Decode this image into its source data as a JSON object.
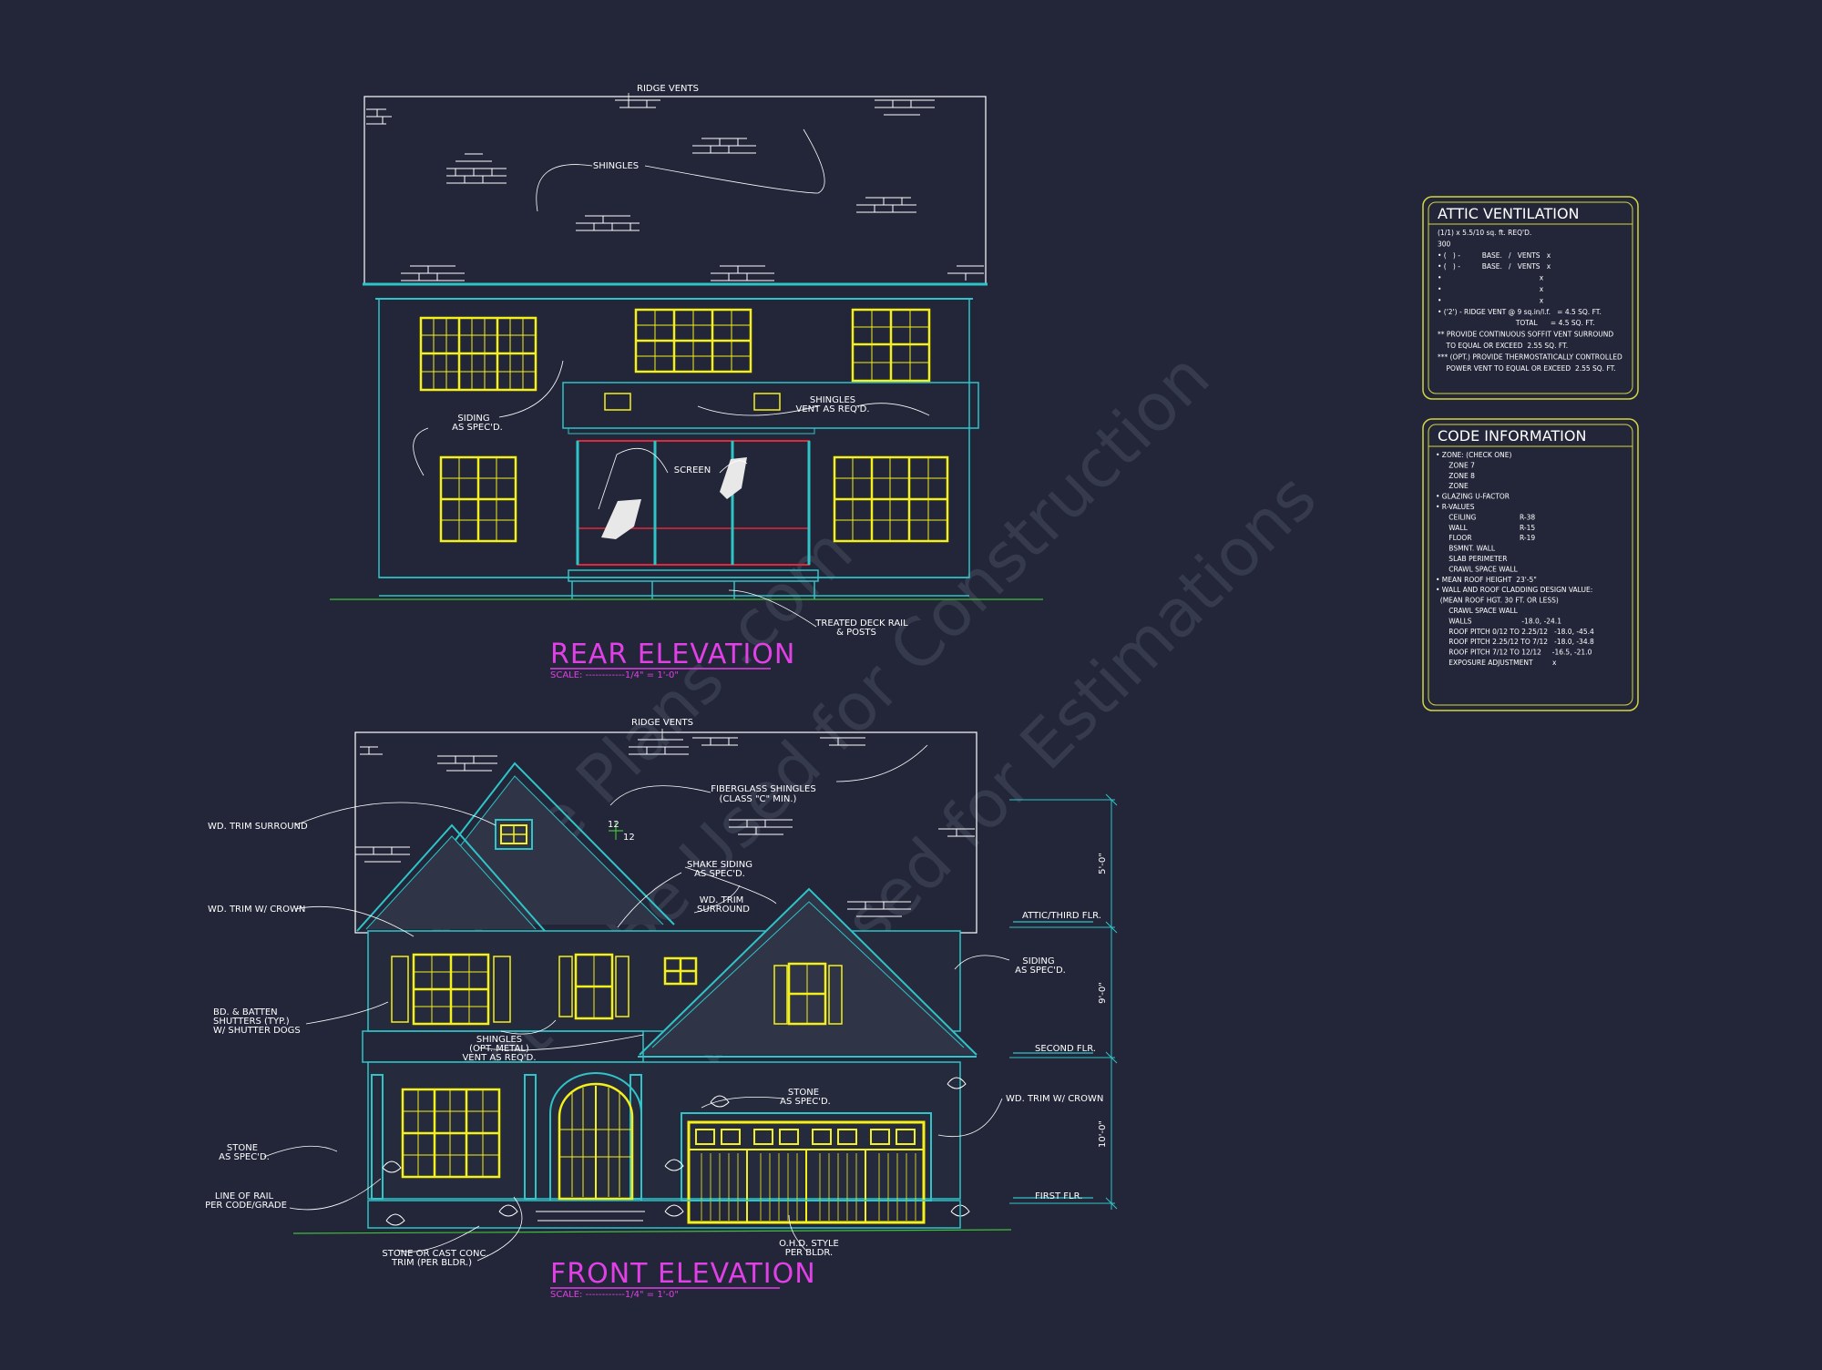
{
  "rear_elevation": {
    "title": "REAR ELEVATION",
    "scale": "SCALE: ------------1/4\" = 1'-0\"",
    "labels": {
      "ridge_vents": "RIDGE VENTS",
      "shingles": "SHINGLES",
      "siding_1": "SIDING",
      "siding_2": "AS SPEC'D.",
      "shingles_vent_1": "SHINGLES",
      "shingles_vent_2": "VENT AS REQ'D.",
      "screen": "SCREEN",
      "deck_1": "TREATED DECK RAIL",
      "deck_2": "& POSTS"
    }
  },
  "front_elevation": {
    "title": "FRONT ELEVATION",
    "scale": "SCALE: ------------1/4\" = 1'-0\"",
    "labels": {
      "ridge_vents": "RIDGE VENTS",
      "wd_trim_surround": "WD. TRIM SURROUND",
      "wd_trim_crown": "WD. TRIM W/ CROWN",
      "shutters_1": "BD. & BATTEN",
      "shutters_2": "SHUTTERS (TYP.)",
      "shutters_3": "W/ SHUTTER DOGS",
      "stone_left_1": "STONE",
      "stone_left_2": "AS SPEC'D.",
      "line_rail_1": "LINE OF RAIL",
      "line_rail_2": "PER CODE/GRADE",
      "stone_trim_1": "STONE OR CAST CONC.",
      "stone_trim_2": "TRIM (PER BLDR.)",
      "fiberglass_1": "FIBERGLASS SHINGLES",
      "fiberglass_2": "(CLASS \"C\" MIN.)",
      "pitch_a": "12",
      "pitch_b": "12",
      "shake_1": "SHAKE SIDING",
      "shake_2": "AS SPEC'D.",
      "wd_trim_1": "WD. TRIM",
      "wd_trim_2": "SURROUND",
      "shingles_opt_1": "SHINGLES",
      "shingles_opt_2": "(OPT. METAL)",
      "shingles_opt_3": "VENT AS REQ'D.",
      "stone_mid_1": "STONE",
      "stone_mid_2": "AS SPEC'D.",
      "ohd_1": "O.H.D. STYLE",
      "ohd_2": "PER BLDR.",
      "siding_1": "SIDING",
      "siding_2": "AS SPEC'D.",
      "wd_trim_crown_right": "WD. TRIM W/ CROWN",
      "attic_flr": "ATTIC/THIRD FLR.",
      "second_flr": "SECOND FLR.",
      "first_flr": "FIRST FLR.",
      "dim_1": "5'-0\"",
      "dim_2": "9'-0\"",
      "dim_3": "10'-0\""
    }
  },
  "attic_ventilation": {
    "title": "ATTIC VENTILATION",
    "lines": [
      "(1/1) x 5.5/10 sq. ft. REQ'D.",
      "300",
      "• (   ) -          BASE.   /   VENTS   x",
      "• (   ) -          BASE.   /   VENTS   x",
      "•                                             x",
      "•                                             x",
      "•                                             x",
      "• ('2') - RIDGE VENT @ 9 sq.in/l.f.   = 4.5 SQ. FT.",
      "                                    TOTAL      = 4.5 SQ. FT.",
      "** PROVIDE CONTINUOUS SOFFIT VENT SURROUND",
      "    TO EQUAL OR EXCEED  2.55 SQ. FT.",
      "*** (OPT.) PROVIDE THERMOSTATICALLY CONTROLLED",
      "    POWER VENT TO EQUAL OR EXCEED  2.55 SQ. FT."
    ]
  },
  "code_information": {
    "title": "CODE INFORMATION",
    "lines": [
      "• ZONE: (CHECK ONE)",
      "      ZONE 7",
      "      ZONE 8",
      "      ZONE",
      "• GLAZING U-FACTOR",
      "• R-VALUES",
      "      CEILING                    R-38",
      "      WALL                        R-15",
      "      FLOOR                      R-19",
      "      BSMNT. WALL",
      "      SLAB PERIMETER",
      "      CRAWL SPACE WALL",
      "• MEAN ROOF HEIGHT  23'-5\"",
      "• WALL AND ROOF CLADDING DESIGN VALUE:",
      "  (MEAN ROOF HGT. 30 FT. OR LESS)",
      "      CRAWL SPACE WALL",
      "      WALLS                       -18.0, -24.1",
      "      ROOF PITCH 0/12 TO 2.25/12   -18.0, -45.4",
      "      ROOF PITCH 2.25/12 TO 7/12   -18.0, -34.8",
      "      ROOF PITCH 7/12 TO 12/12     -16.5, -21.0",
      "      EXPOSURE ADJUSTMENT         x"
    ]
  },
  "watermark": {
    "line1": "© Home Plans .com",
    "line2": "Not To Be Used for Construction",
    "line3": "Must Be Used for Estimations"
  },
  "colors": {
    "background": "#232639",
    "outline": "#ffffff",
    "wall": "#2ec4c8",
    "window": "#f4f01c",
    "screen": "#e0283a",
    "title": "#e040e6",
    "ground": "#3fbf3a",
    "panel": "#d4d640"
  }
}
